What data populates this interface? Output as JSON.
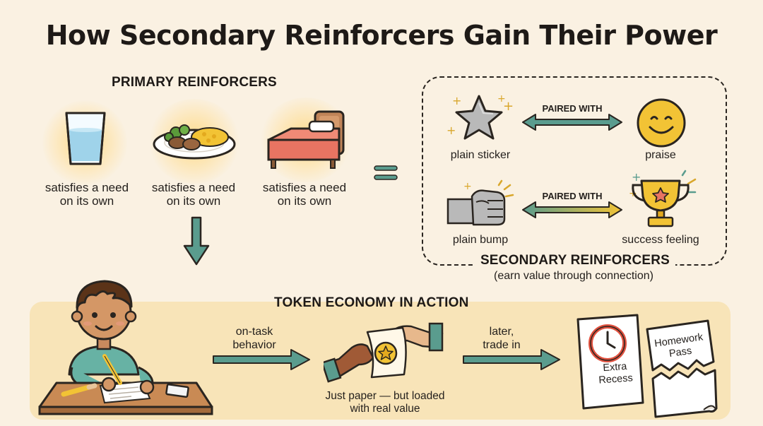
{
  "title": "How Secondary Reinforcers Gain Their Power",
  "primary": {
    "heading": "PRIMARY REINFORCERS",
    "items": [
      {
        "icon": "water-glass-icon",
        "caption_line1": "satisfies a need",
        "caption_line2": "on its own"
      },
      {
        "icon": "food-plate-icon",
        "caption_line1": "satisfies a need",
        "caption_line2": "on its own"
      },
      {
        "icon": "bed-icon",
        "caption_line1": "satisfies a need",
        "caption_line2": "on its own"
      }
    ]
  },
  "secondary": {
    "heading": "SECONDARY REINFORCERS",
    "subheading": "(earn value through connection)",
    "pairs": [
      {
        "left_label": "plain sticker",
        "left_icon": "star-sticker-icon",
        "link_label": "PAIRED WITH",
        "right_label": "praise",
        "right_icon": "smiley-face-icon"
      },
      {
        "left_label": "plain bump",
        "left_icon": "fist-bump-icon",
        "link_label": "PAIRED WITH",
        "right_label": "success feeling",
        "right_icon": "trophy-icon"
      }
    ]
  },
  "token_economy": {
    "heading": "TOKEN ECONOMY IN ACTION",
    "step1_line1": "on-task",
    "step1_line2": "behavior",
    "token_caption_line1": "Just paper — but loaded",
    "token_caption_line2": "with real value",
    "step2_line1": "later,",
    "step2_line2": "trade in",
    "rewards": [
      {
        "line1": "Extra",
        "line2": "Recess",
        "icon": "clock-icon"
      },
      {
        "line1": "Homework",
        "line2": "Pass",
        "icon": "torn-paper-icon"
      }
    ]
  },
  "colors": {
    "background": "#faf1e2",
    "panel": "#f8e4b8",
    "arrow_teal": "#5a9c8e",
    "glow": "#ffd678",
    "accent_yellow": "#f2c335"
  }
}
